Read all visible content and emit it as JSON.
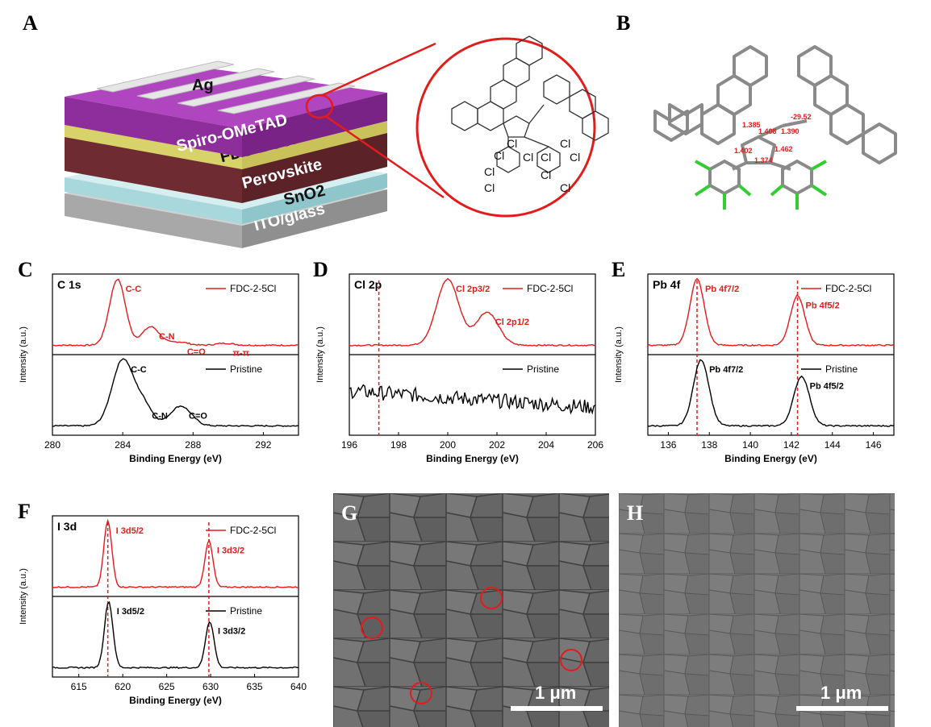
{
  "panel_labels": {
    "A": "A",
    "B": "B",
    "C": "C",
    "D": "D",
    "E": "E",
    "F": "F",
    "G": "G",
    "H": "H"
  },
  "device": {
    "layers": [
      "Ag",
      "Spiro-OMeTAD",
      "FDC-2-5Cl",
      "Perovskite",
      "SnO2",
      "ITO/glass"
    ],
    "molecule_cl": [
      "Cl",
      "Cl",
      "Cl",
      "Cl",
      "Cl",
      "Cl",
      "Cl",
      "Cl",
      "Cl",
      "Cl"
    ]
  },
  "crystal": {
    "bond_labels": [
      "1.385",
      "1.408",
      "1.402",
      "1.374",
      "1.462",
      "1.390",
      "-29.52"
    ]
  },
  "colors": {
    "red": "#e41b1b",
    "black": "#000000",
    "device_ag": "#d9d9d9",
    "device_spiro": "#9c2ea8",
    "device_fdc": "#e1dc73",
    "device_perov": "#6e2b31",
    "device_sno2": "#bfe6ea",
    "device_ito": "#b5b5b5"
  },
  "chart_data": [
    {
      "id": "C",
      "type": "line",
      "title": "C 1s",
      "xlabel": "Binding Energy (eV)",
      "ylabel": "Intensity (a.u.)",
      "xlim": [
        280,
        294
      ],
      "xticks": [
        "280",
        "284",
        "288",
        "292"
      ],
      "xtick_values": [
        280,
        284,
        288,
        292
      ],
      "series": [
        {
          "name": "FDC-2-5Cl",
          "panel": "top",
          "peaks": [
            {
              "center": 283.7,
              "height": 1.0,
              "width": 0.45
            },
            {
              "center": 285.6,
              "height": 0.28,
              "width": 0.5
            },
            {
              "center": 287.2,
              "height": 0.05,
              "width": 0.5
            },
            {
              "center": 289.8,
              "height": 0.03,
              "width": 0.5
            }
          ]
        },
        {
          "name": "Pristine",
          "panel": "bottom",
          "peaks": [
            {
              "center": 284.0,
              "height": 1.0,
              "width": 0.6
            },
            {
              "center": 285.2,
              "height": 0.3,
              "width": 0.5
            },
            {
              "center": 287.3,
              "height": 0.3,
              "width": 0.6
            }
          ]
        }
      ],
      "annotations": {
        "top": [
          "C-C",
          "C-N",
          "C=O",
          "π-π"
        ],
        "bottom": [
          "C-C",
          "C-N",
          "C=O"
        ]
      }
    },
    {
      "id": "D",
      "type": "line",
      "title": "Cl 2p",
      "xlabel": "Binding Energy (eV)",
      "ylabel": "Intensity (a.u.)",
      "xlim": [
        196,
        206
      ],
      "xticks": [
        "196",
        "198",
        "200",
        "202",
        "204",
        "206"
      ],
      "xtick_values": [
        196,
        198,
        200,
        202,
        204,
        206
      ],
      "series": [
        {
          "name": "FDC-2-5Cl",
          "panel": "top",
          "peaks": [
            {
              "center": 200.0,
              "height": 1.0,
              "width": 0.45
            },
            {
              "center": 201.6,
              "height": 0.5,
              "width": 0.45
            }
          ]
        },
        {
          "name": "Pristine",
          "panel": "bottom",
          "noisy": true
        }
      ],
      "annotations": {
        "top": [
          "Cl 2p3/2",
          "Cl 2p1/2"
        ]
      },
      "reference_lines": [
        197.2
      ]
    },
    {
      "id": "E",
      "type": "line",
      "title": "Pb 4f",
      "xlabel": "Binding Energy (eV)",
      "ylabel": "Intensity (a.u.)",
      "xlim": [
        135,
        147
      ],
      "xticks": [
        "136",
        "138",
        "140",
        "142",
        "144",
        "146"
      ],
      "xtick_values": [
        136,
        138,
        140,
        142,
        144,
        146
      ],
      "series": [
        {
          "name": "FDC-2-5Cl",
          "panel": "top",
          "peaks": [
            {
              "center": 137.4,
              "height": 1.0,
              "width": 0.35
            },
            {
              "center": 142.3,
              "height": 0.75,
              "width": 0.35
            }
          ]
        },
        {
          "name": "Pristine",
          "panel": "bottom",
          "peaks": [
            {
              "center": 137.6,
              "height": 1.0,
              "width": 0.38
            },
            {
              "center": 142.5,
              "height": 0.75,
              "width": 0.38
            }
          ]
        }
      ],
      "annotations": {
        "top": [
          "Pb 4f7/2",
          "Pb 4f5/2"
        ],
        "bottom": [
          "Pb 4f7/2",
          "Pb 4f5/2"
        ]
      },
      "reference_lines": [
        137.4,
        142.3
      ]
    },
    {
      "id": "F",
      "type": "line",
      "title": "I 3d",
      "xlabel": "Binding Energy (eV)",
      "ylabel": "Intensity (a.u.)",
      "xlim": [
        612,
        640
      ],
      "xticks": [
        "615",
        "620",
        "625",
        "630",
        "635",
        "640"
      ],
      "xtick_values": [
        615,
        620,
        625,
        630,
        635,
        640
      ],
      "series": [
        {
          "name": "FDC-2-5Cl",
          "panel": "top",
          "peaks": [
            {
              "center": 618.3,
              "height": 1.0,
              "width": 0.45
            },
            {
              "center": 629.8,
              "height": 0.7,
              "width": 0.45
            }
          ]
        },
        {
          "name": "Pristine",
          "panel": "bottom",
          "peaks": [
            {
              "center": 618.4,
              "height": 1.0,
              "width": 0.48
            },
            {
              "center": 629.9,
              "height": 0.7,
              "width": 0.48
            }
          ]
        }
      ],
      "annotations": {
        "top": [
          "I 3d5/2",
          "I 3d3/2"
        ],
        "bottom": [
          "I 3d5/2",
          "I 3d3/2"
        ]
      },
      "reference_lines": [
        618.3,
        629.8
      ]
    }
  ],
  "sem": {
    "scale_bar": "1 μm"
  }
}
